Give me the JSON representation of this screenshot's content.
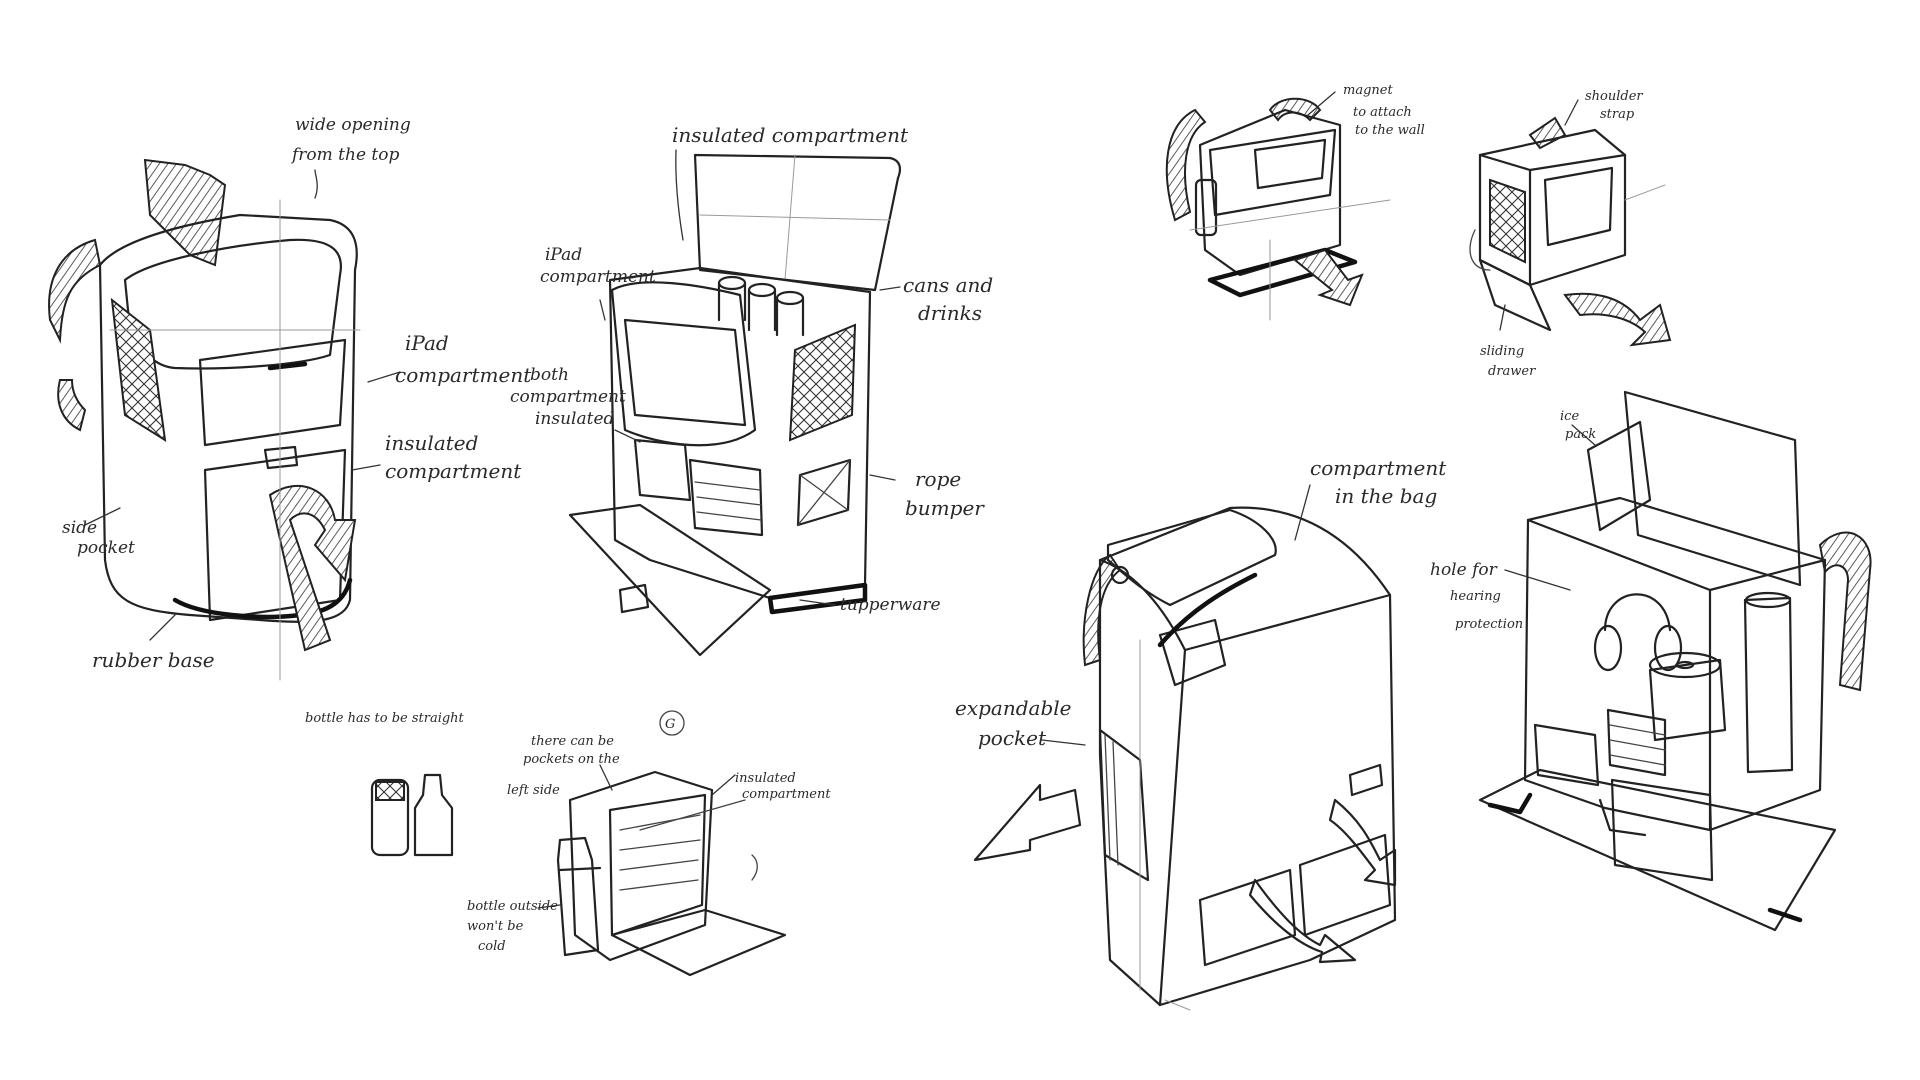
{
  "labels": {
    "s1": {
      "top_opening_l1": "wide opening",
      "top_opening_l2": "from the top",
      "ipad_l1": "iPad",
      "ipad_l2": "compartment",
      "insulated_l1": "insulated",
      "insulated_l2": "compartment",
      "side_pocket_l1": "side",
      "side_pocket_l2": "pocket",
      "rubber_base": "rubber base"
    },
    "s2": {
      "insulated_top": "insulated compartment",
      "ipad_l1": "iPad",
      "ipad_l2": "compartment",
      "both_l1": "both",
      "both_l2": "compartment",
      "both_l3": "insulated",
      "cans_l1": "cans and",
      "cans_l2": "drinks",
      "rope_l1": "rope",
      "rope_l2": "bumper",
      "tupperware": "tupperware"
    },
    "s3": {
      "bottle_note": "bottle has to be straight",
      "pockets_l1": "there can be",
      "pockets_l2": "pockets on the",
      "pockets_l3": "left side",
      "insulated_l1": "insulated",
      "insulated_l2": "compartment",
      "outside_l1": "bottle outside",
      "outside_l2": "won't be",
      "outside_l3": "cold",
      "circled": "G"
    },
    "s4": {
      "magnet_l1": "magnet",
      "magnet_l2": "to attach",
      "magnet_l3": "to the wall"
    },
    "s5": {
      "strap_l1": "shoulder",
      "strap_l2": "strap",
      "drawer_l1": "sliding",
      "drawer_l2": "drawer"
    },
    "s6": {
      "compartment_l1": "compartment",
      "compartment_l2": "in the bag",
      "expandable_l1": "expandable",
      "expandable_l2": "pocket"
    },
    "s7": {
      "ice_l1": "ice",
      "ice_l2": "pack",
      "hole_l1": "hole for",
      "hole_l2": "hearing",
      "hole_l3": "protection"
    }
  },
  "colors": {
    "ink": "#222222",
    "paper": "#ffffff"
  }
}
